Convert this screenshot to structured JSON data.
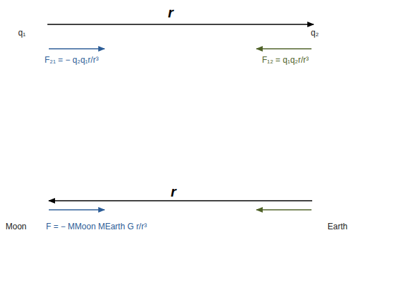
{
  "diagram": {
    "nodes": [
      {
        "text": [
          "Moon"
        ]
      },
      {
        "text": [
          "Earth"
        ]
      }
    ],
    "edges": [
      {
        "from": 1,
        "to": 0,
        "arrow": "to",
        "label": "r"
      }
    ],
    "labels": [
      "r",
      "q₁",
      "q₂",
      "F₂₁ = − q₂q₁r/r³",
      "F₁₂ = q₁q₂r/r³",
      "F = − MMoon MEarth G r/r³"
    ]
  }
}
